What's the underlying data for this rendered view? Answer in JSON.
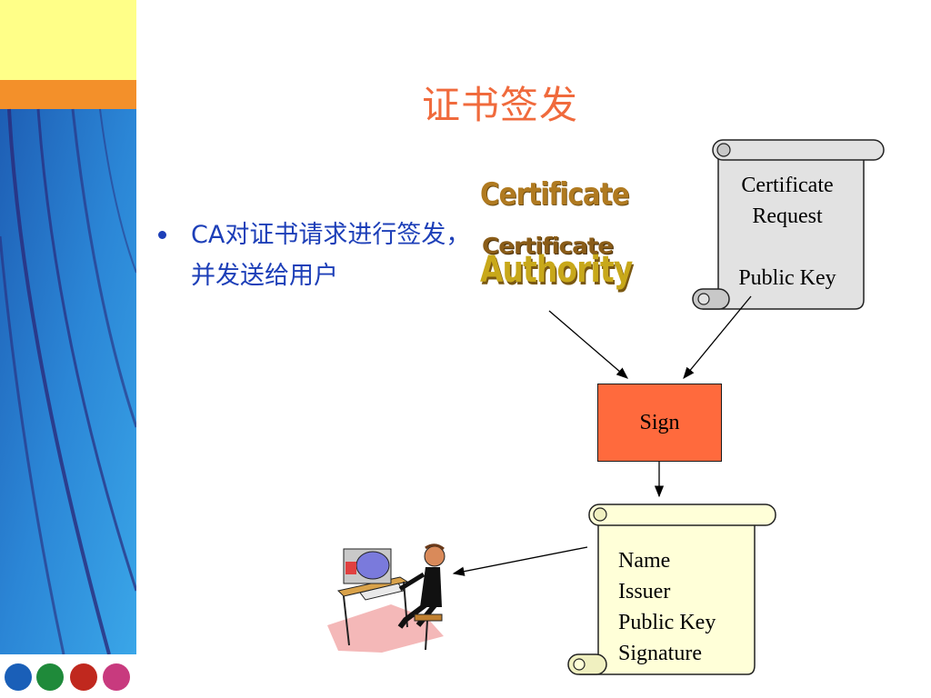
{
  "slide": {
    "title": "证书签发",
    "bullet": "CA对证书请求进行签发，并发送给用户"
  },
  "logo": {
    "line1": "Certificate",
    "line2": "Certificate",
    "line3": "Authority"
  },
  "request_scroll": {
    "line1": "Certificate",
    "line2": "Request",
    "line3": "Public Key"
  },
  "sign_box": {
    "label": "Sign"
  },
  "issued_scroll": {
    "fields": [
      "Name",
      "Issuer",
      "Public Key",
      "Signature"
    ]
  },
  "colors": {
    "title": "#f06a3c",
    "bullet_text": "#1d3fb8",
    "sign_fill": "#ff6a3d",
    "request_scroll_fill": "#e2e2e2",
    "issued_scroll_fill": "#ffffd8",
    "band_yellow": "#ffff88",
    "band_orange": "#f3902a",
    "band_blue": "#2a78c8"
  },
  "icons": {
    "user": "user-at-computer-icon",
    "logo": "certificate-authority-logo-icon"
  }
}
